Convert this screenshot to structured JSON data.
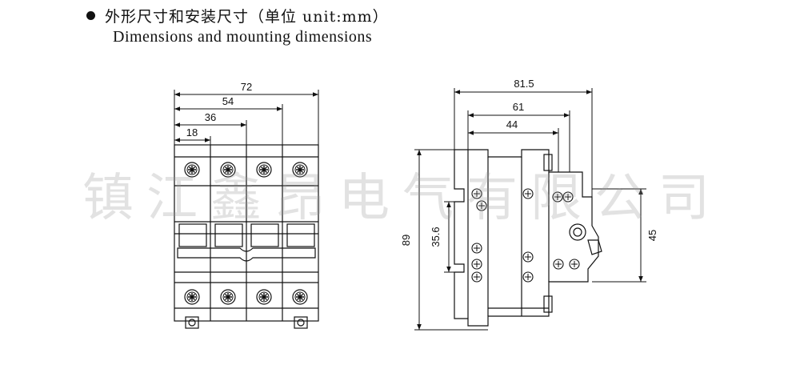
{
  "heading": {
    "title_cn": "外形尺寸和安装尺寸（单位 unit:mm）",
    "title_en": "Dimensions and mounting dimensions"
  },
  "watermark": "镇江鑫昂电气有限公司",
  "front_view": {
    "dims": {
      "d72": "72",
      "d54": "54",
      "d36": "36",
      "d18": "18"
    }
  },
  "side_view": {
    "dims": {
      "d81_5": "81.5",
      "d61": "61",
      "d44": "44",
      "d89": "89",
      "d35_6": "35.6",
      "d45": "45"
    }
  },
  "colors": {
    "line": "#111111",
    "watermark": "#969696"
  }
}
